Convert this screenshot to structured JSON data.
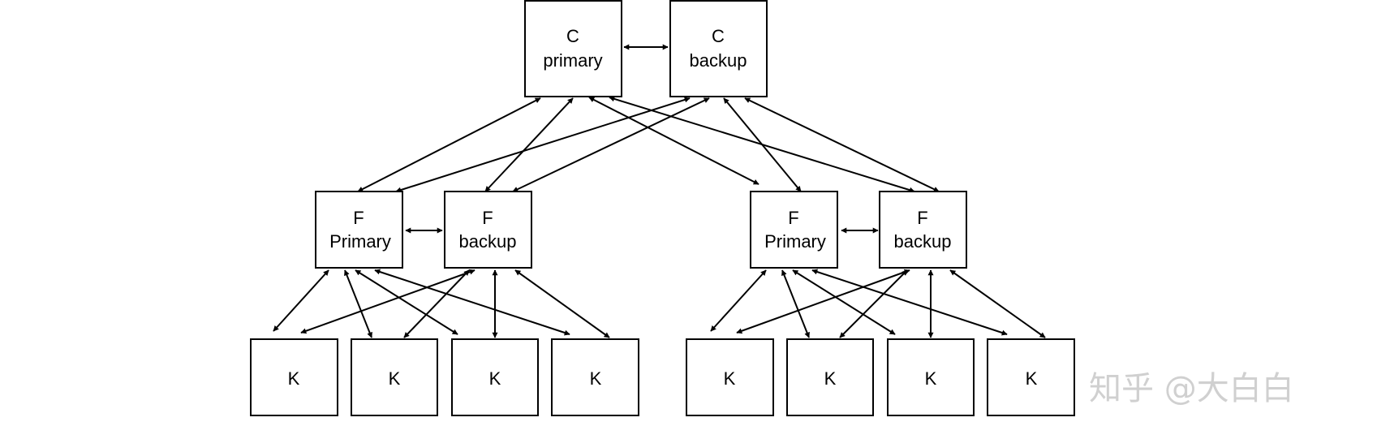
{
  "nodes": {
    "c_primary": {
      "line1": "C",
      "line2": "primary"
    },
    "c_backup": {
      "line1": "C",
      "line2": "backup"
    },
    "f1_primary": {
      "line1": "F",
      "line2": "Primary"
    },
    "f1_backup": {
      "line1": "F",
      "line2": "backup"
    },
    "f2_primary": {
      "line1": "F",
      "line2": "Primary"
    },
    "f2_backup": {
      "line1": "F",
      "line2": "backup"
    },
    "k1": {
      "line1": "K"
    },
    "k2": {
      "line1": "K"
    },
    "k3": {
      "line1": "K"
    },
    "k4": {
      "line1": "K"
    },
    "k5": {
      "line1": "K"
    },
    "k6": {
      "line1": "K"
    },
    "k7": {
      "line1": "K"
    },
    "k8": {
      "line1": "K"
    }
  },
  "watermark": {
    "text": "知乎 @大白白"
  },
  "colors": {
    "stroke": "#000000",
    "background": "#ffffff",
    "watermark": "#d0d0d0"
  }
}
